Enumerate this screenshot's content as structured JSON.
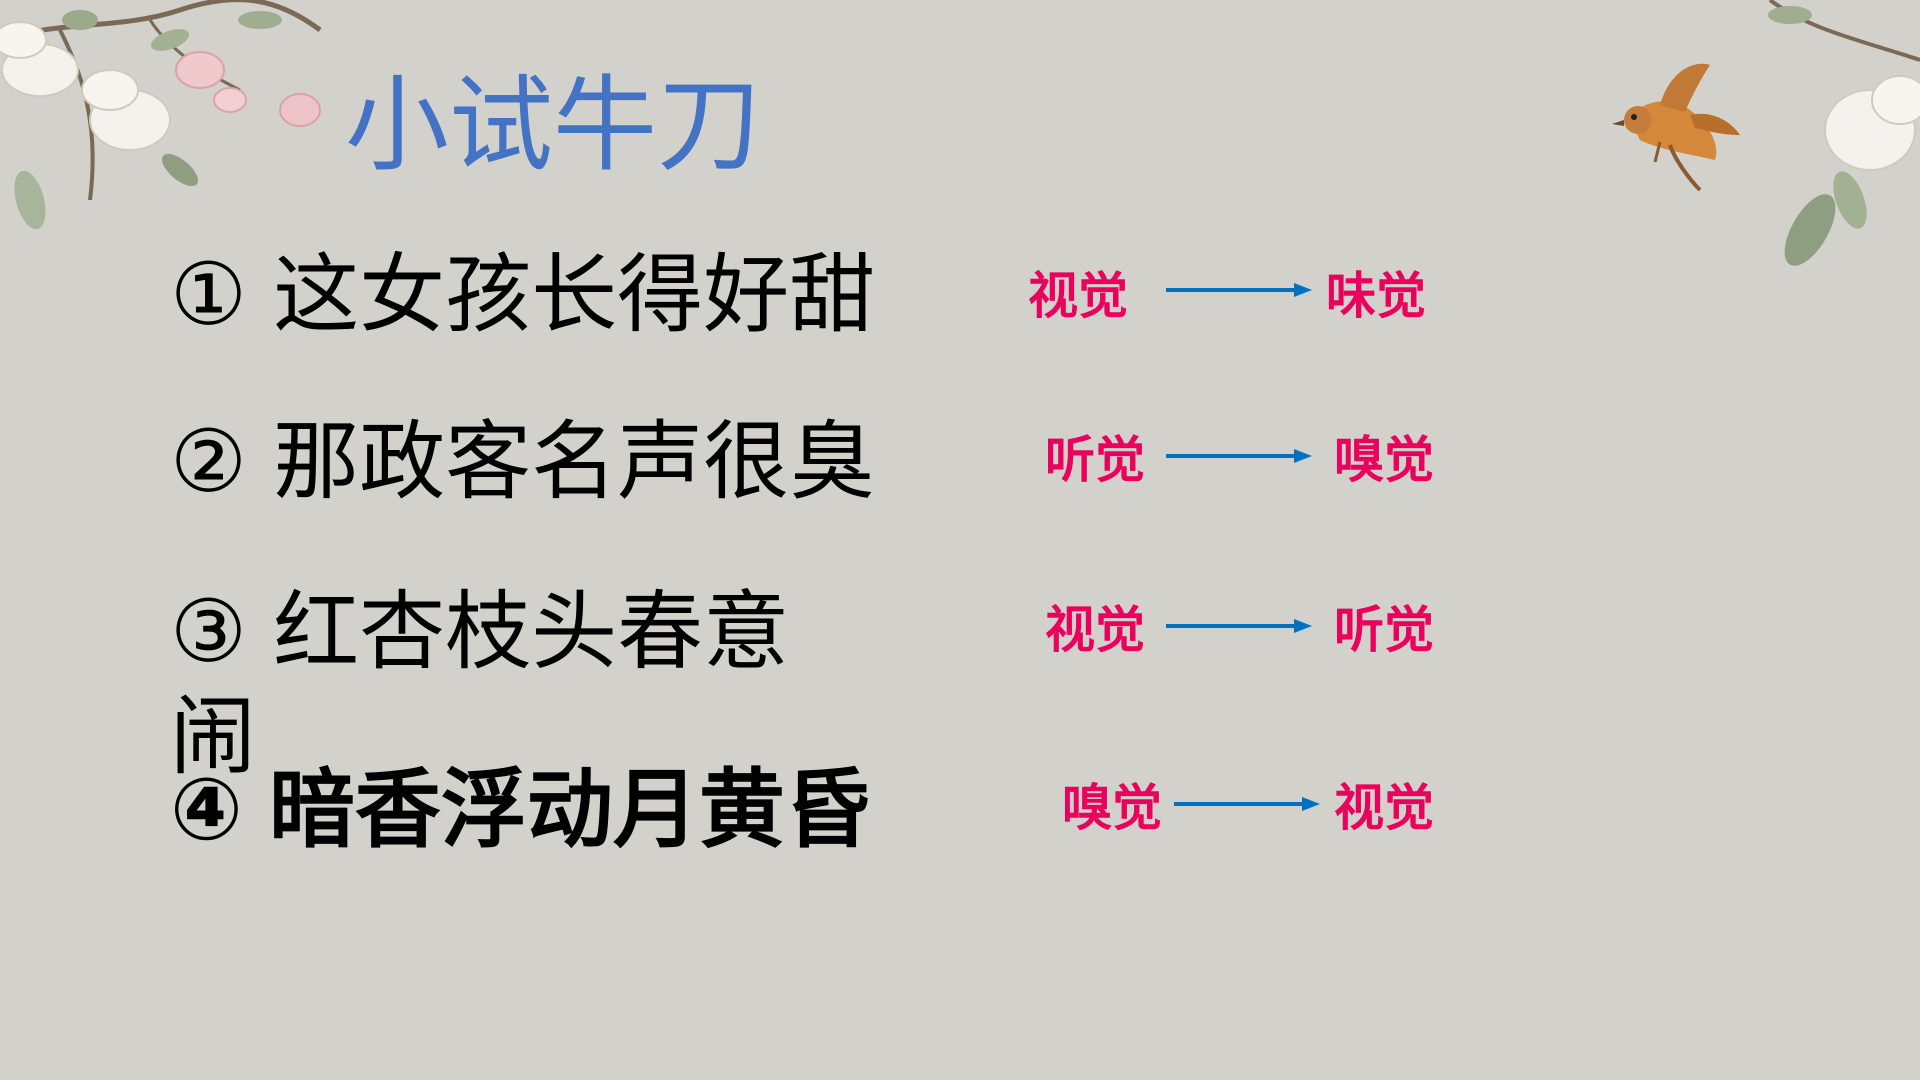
{
  "title": "小试牛刀",
  "items": [
    {
      "num": "①",
      "text": "这女孩长得好甜",
      "from": "视觉",
      "to": "味觉"
    },
    {
      "num": "②",
      "text": "那政客名声很臭",
      "from": "听觉",
      "to": "嗅觉"
    },
    {
      "num": "③",
      "text": "红杏枝头春意",
      "text_wrap": "闹",
      "from": "视觉",
      "to": "听觉"
    },
    {
      "num": "④",
      "text": "暗香浮动月黄昏",
      "from": "嗅觉",
      "to": "视觉"
    }
  ],
  "colors": {
    "background": "#d3d1cb",
    "title": "#4472c4",
    "sense": "#e8005c",
    "arrow": "#0070c0"
  }
}
